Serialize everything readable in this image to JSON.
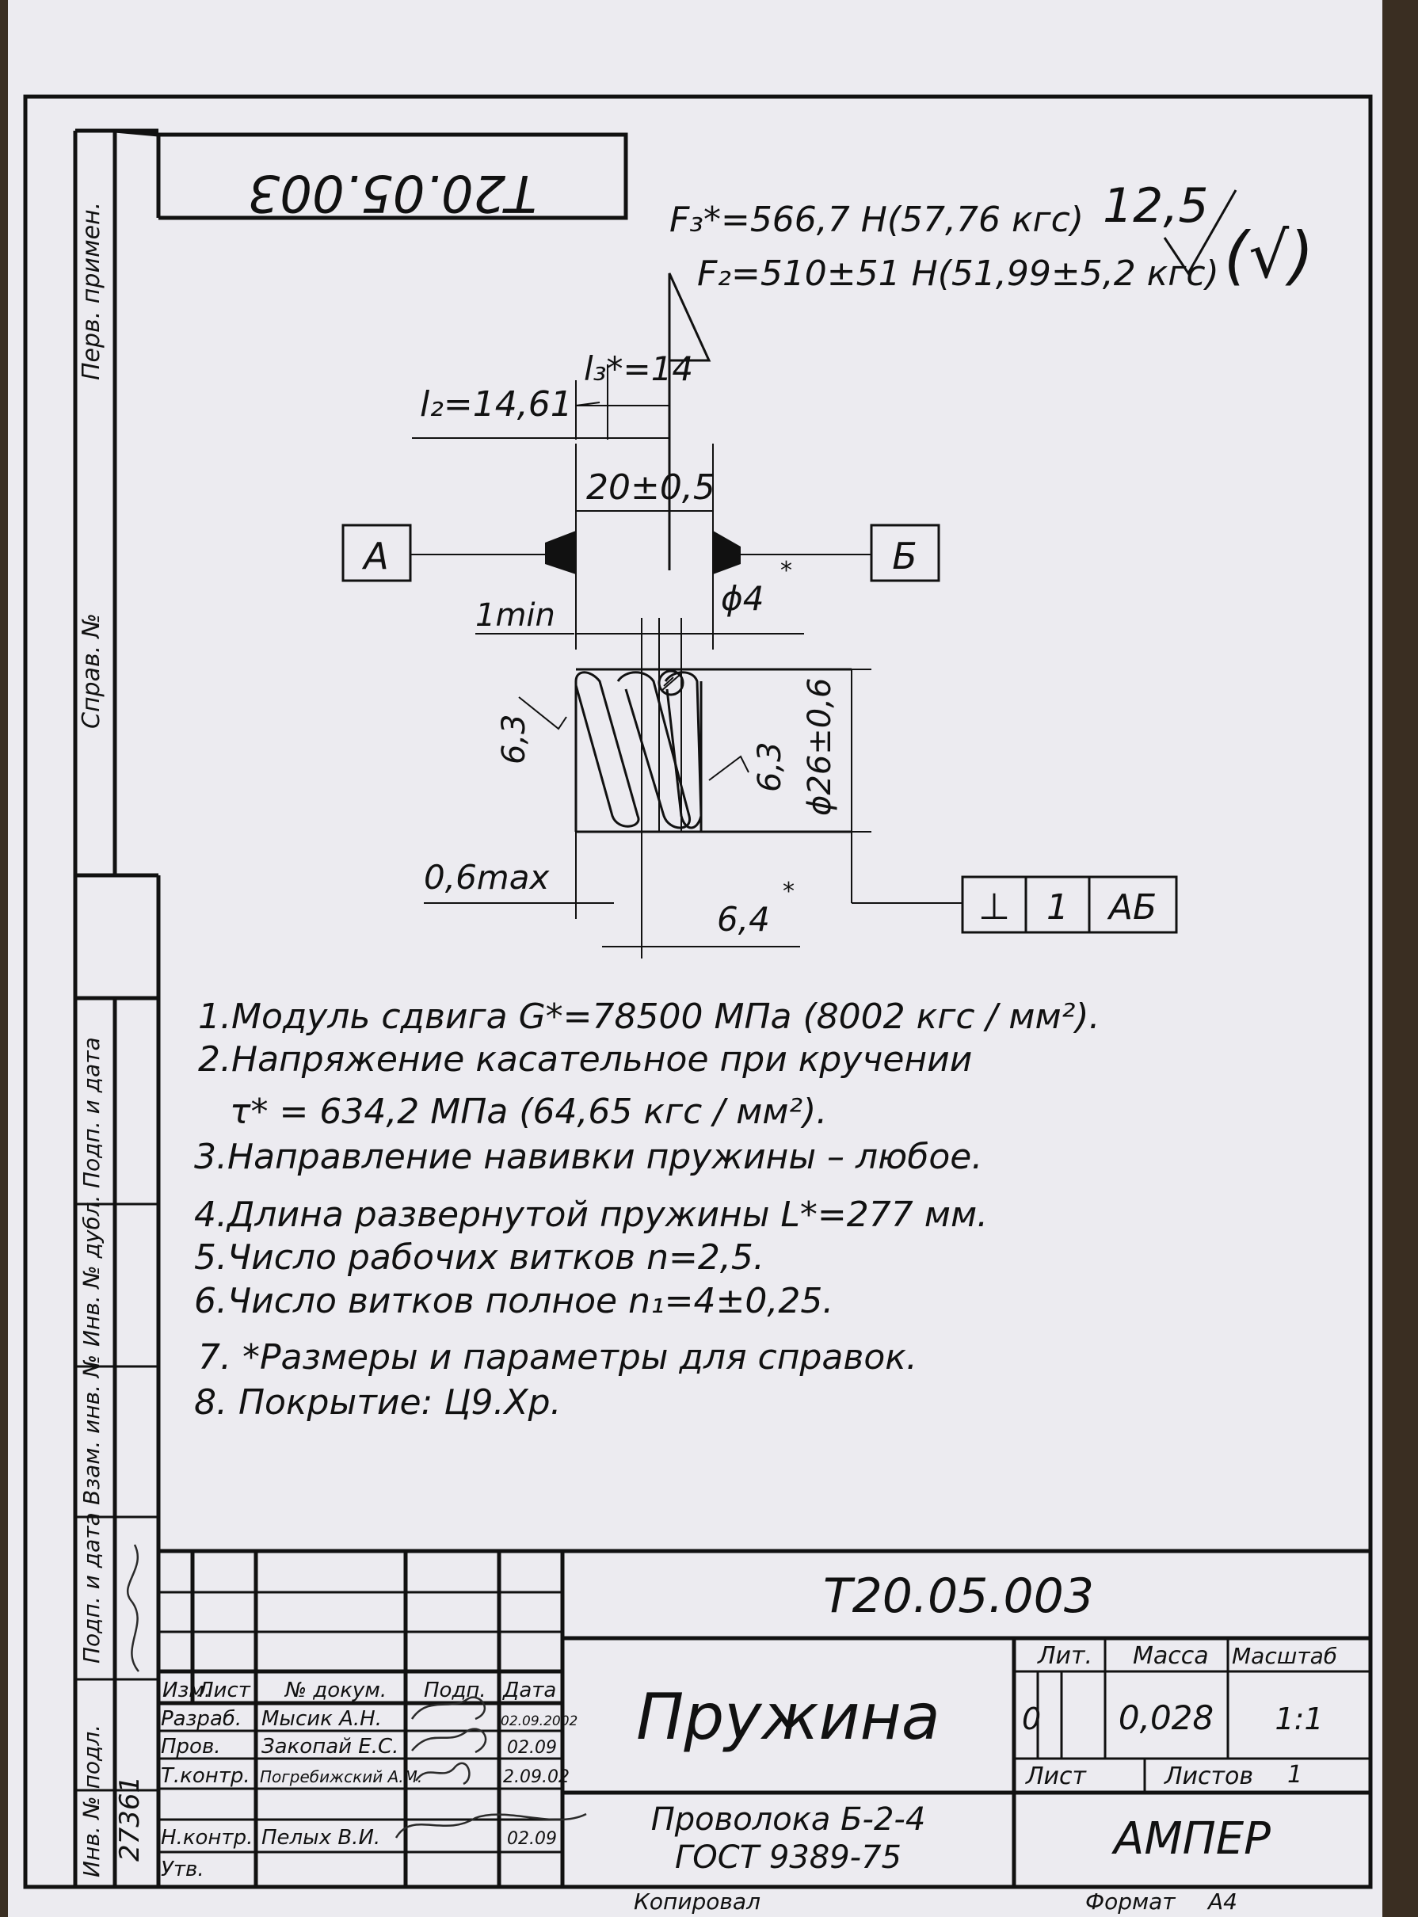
{
  "drawing_number": "T20.05.003",
  "drawing_number_rotated": "T20.05.003",
  "roughness": {
    "value": "12,5",
    "general_mark": "(√)"
  },
  "forces": {
    "f3": "F₃*=566,7 Н(57,76 кгс)",
    "f2": "F₂=510±51 Н(51,99±5,2 кгс)"
  },
  "dimensions": {
    "l3": "l₃*=14",
    "l2": "l₂=14,61",
    "free_length": "20±0,5",
    "datum_a": "А",
    "datum_b": "Б",
    "wire_dia": "ϕ4",
    "wire_dia_star": "*",
    "gap_min": "1min",
    "roughness_left": "6,3",
    "roughness_right": "6,3",
    "outer_dia": "ϕ26±0,6",
    "gap_max": "0,6max",
    "pitch": "6,4",
    "pitch_star": "*"
  },
  "tolerance_frame": {
    "symbol": "⊥",
    "value": "1",
    "datum": "АБ"
  },
  "notes": [
    "1.Модуль сдвига G*=78500 МПа (8002 кгс / мм²).",
    "2.Напряжение касательное при кручении",
    "τ* = 634,2 МПа (64,65 кгс / мм²).",
    "3.Направление навивки пружины – любое.",
    "4.Длина развернутой пружины L*=277 мм.",
    "5.Число рабочих витков n=2,5.",
    "6.Число витков полное n₁=4±0,25.",
    "7. *Размеры и параметры для справок.",
    "8.   Покрытие: Ц9.Хр."
  ],
  "side_labels": {
    "perv_primen": "Перв. примен.",
    "sprav_no": "Справ. №",
    "podp_data_top": "Подп. и дата",
    "inv_dubl": "Инв. № дубл.",
    "vzam_inv": "Взам. инв. №",
    "podp_data_bottom": "Подп. и дата",
    "inv_podl": "Инв. № подл."
  },
  "title_block": {
    "designation": "T20.05.003",
    "part_name": "Пружина",
    "material_line1": "Проволока Б-2-4",
    "material_line2": "ГОСТ 9389-75",
    "company": "АМПЕР",
    "header": {
      "izm": "Изм.",
      "list": "Лист",
      "doc_no": "№ докум.",
      "podp": "Подп.",
      "data": "Дата"
    },
    "rows": [
      {
        "role": "Разраб.",
        "name": "Мысик А.Н.",
        "date": "02.09.2002"
      },
      {
        "role": "Пров.",
        "name": "Закопай Е.С.",
        "date": "02.09"
      },
      {
        "role": "Т.контр.",
        "name": "Погребижский А.М.",
        "date": "2.09.02"
      },
      {
        "role": "",
        "name": "",
        "date": ""
      },
      {
        "role": "Н.контр.",
        "name": "Пелых В.И.",
        "date": "02.09"
      },
      {
        "role": "Утв.",
        "name": "",
        "date": ""
      }
    ],
    "lit_label": "Лит.",
    "lit_value": "0",
    "mass_label": "Масса",
    "mass_value": "0,028",
    "scale_label": "Масштаб",
    "scale_value": "1:1",
    "sheet_label": "Лист",
    "sheets_label": "Листов",
    "sheets_value": "1",
    "copied_label": "Копировал",
    "format_label": "Формат",
    "format_value": "А4"
  },
  "inv_handwritten": "27361",
  "colors": {
    "paper": "#e9e8ee",
    "ink": "#111111",
    "background": "#3a2e22"
  }
}
